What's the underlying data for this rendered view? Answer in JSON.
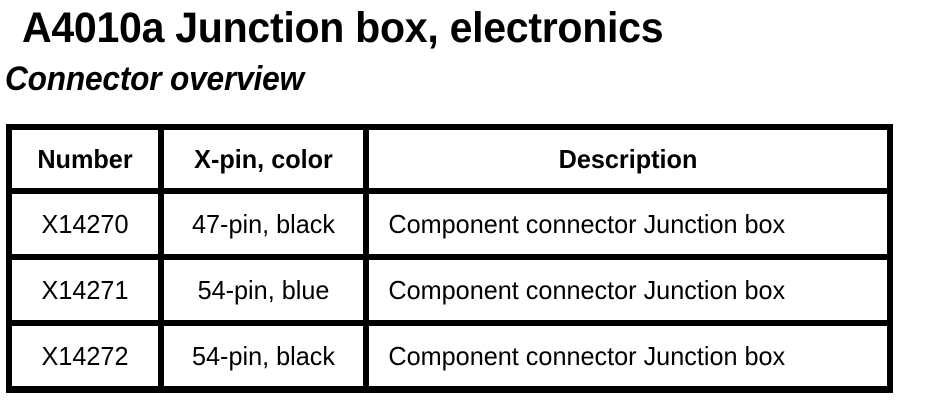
{
  "document": {
    "title": "A4010a Junction box, electronics",
    "subtitle": "Connector overview"
  },
  "table": {
    "name": "connector-overview-table",
    "columns": [
      {
        "key": "number",
        "label": "Number",
        "align": "center"
      },
      {
        "key": "xpin_color",
        "label": "X-pin, color",
        "align": "center"
      },
      {
        "key": "description",
        "label": "Description",
        "align": "center"
      }
    ],
    "rows": [
      {
        "number": "X14270",
        "xpin_color": "47-pin, black",
        "description": "Component connector Junction box"
      },
      {
        "number": "X14271",
        "xpin_color": "54-pin, blue",
        "description": "Component connector Junction box"
      },
      {
        "number": "X14272",
        "xpin_color": "54-pin, black",
        "description": "Component connector Junction box"
      }
    ]
  },
  "colors": {
    "background": "#ffffff",
    "text": "#000000",
    "border": "#000000"
  }
}
